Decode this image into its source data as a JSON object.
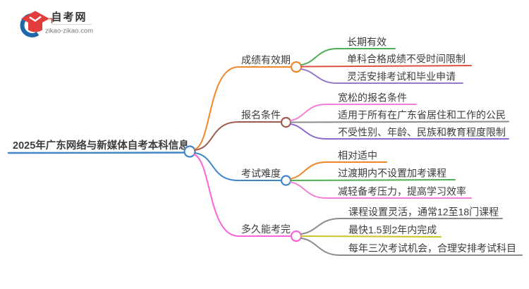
{
  "logo": {
    "site_name": "自考网",
    "site_url": "zikao-zikao.com",
    "cap_color": "#e23d3d",
    "swoosh_color": "#1d67aa"
  },
  "mindmap": {
    "root": {
      "label": "2025年广东网络与新媒体自考本科信息",
      "color": "#3e86c7"
    },
    "branches": [
      {
        "label": "成绩有效期",
        "color": "#f0882a",
        "children": [
          {
            "label": "长期有效",
            "color": "#4fae54"
          },
          {
            "label": "单科合格成绩不受时间限制",
            "color": "#dd5145"
          },
          {
            "label": "灵活安排考试和毕业申请",
            "color": "#9878cc"
          }
        ]
      },
      {
        "label": "报名条件",
        "color": "#9d5c4f",
        "children": [
          {
            "label": "宽松的报名条件",
            "color": "#ef82d8"
          },
          {
            "label": "适用于所有在广东省居住和工作的公民",
            "color": "#8c8c8c"
          },
          {
            "label": "不受性别、年龄、民族和教育程度限制",
            "color": "#8d6ad0"
          }
        ]
      },
      {
        "label": "考试难度",
        "color": "#3e86c7",
        "children": [
          {
            "label": "相对适中",
            "color": "#f0882a"
          },
          {
            "label": "过渡期内不设置加考课程",
            "color": "#4fae54"
          },
          {
            "label": "减轻备考压力，提高学习效率",
            "color": "#ef82d8"
          }
        ]
      },
      {
        "label": "多久能考完",
        "color": "#fa64d8",
        "children": [
          {
            "label": "课程设置灵活，通常12至18门课程",
            "color": "#8c8c8c"
          },
          {
            "label": "最快1.5到2年内完成",
            "color": "#cdc327"
          },
          {
            "label": "每年三次考试机会，合理安排考试科目",
            "color": "#8c8c8c"
          }
        ]
      }
    ]
  }
}
